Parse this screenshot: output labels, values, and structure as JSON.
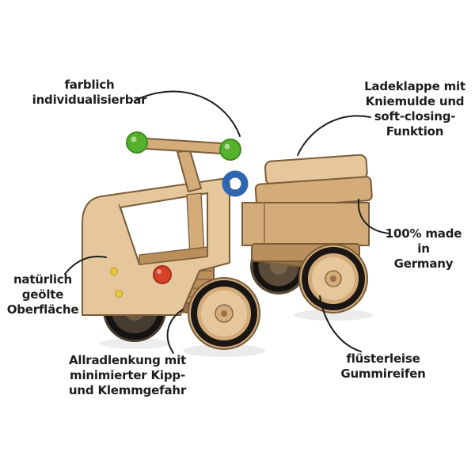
{
  "illustration": {
    "label": "wooden-ride-on-truck",
    "description": "wooden ride-on toy truck with steering handlebar and cargo bed"
  },
  "colors": {
    "ink": "#1d1d1b",
    "wood-light": "#e6c79c",
    "wood-mid": "#d4ac79",
    "wood-dark": "#bb8f5c",
    "wood-deep": "#96714a",
    "outline": "#7a5c38",
    "tire": "#191613",
    "green": "#56b22d",
    "green-dark": "#3f8c1f",
    "blue": "#2f66b0",
    "red": "#d64228",
    "yellow": "#e6c93e"
  },
  "annotations": {
    "customizable": {
      "text": "farblich\nindividualisierbar"
    },
    "tailgate": {
      "text": "Ladeklappe mit\nKniemulde und\nsoft-closing-\nFunktion"
    },
    "made_in_germany": {
      "text": "100% made in\nGermany"
    },
    "oiled_surface": {
      "text": "natürlich\ngeölte\nOberfläche"
    },
    "steering": {
      "text": "Allradlenkung mit\nminimierter Kipp-\nund Klemmgefahr"
    },
    "tires": {
      "text": "flüsterleise\nGummireifen"
    }
  }
}
